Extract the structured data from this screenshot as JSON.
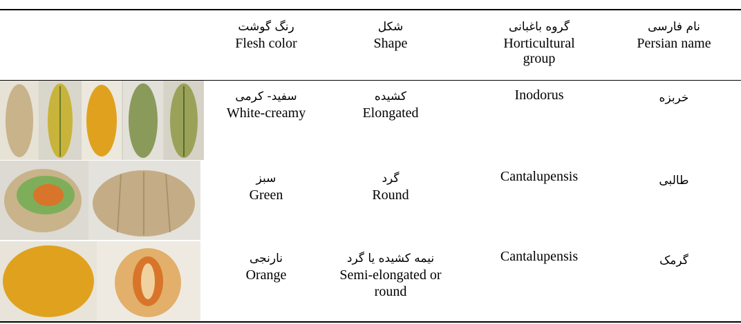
{
  "header": {
    "flesh_fa": "رنگ گوشت",
    "flesh_en": "Flesh color",
    "shape_fa": "شکل",
    "shape_en": "Shape",
    "group_fa": "گروه باغبانی",
    "group_en_1": "Horticultural",
    "group_en_2": "group",
    "name_fa": "نام فارسی",
    "name_en": "Persian name"
  },
  "rows": [
    {
      "flesh_fa": "سفید- کرمی",
      "flesh_en": "White-creamy",
      "shape_fa": "کشیده",
      "shape_en": "Elongated",
      "group": "Inodorus",
      "name_fa": "خربزه"
    },
    {
      "flesh_fa": "سبز",
      "flesh_en": "Green",
      "shape_fa": "گرد",
      "shape_en": "Round",
      "group": "Cantalupensis",
      "name_fa": "طالبی"
    },
    {
      "flesh_fa": "نارنجی",
      "flesh_en": "Orange",
      "shape_fa": "نیمه کشیده یا گرد",
      "shape_en_1": "Semi-elongated or",
      "shape_en_2": "round",
      "group": "Cantalupensis",
      "name_fa": "گرمک"
    }
  ],
  "colors": {
    "rule": "#000000",
    "melon_yellow": "#e0a21e",
    "melon_green": "#8a9a5a",
    "melon_netted": "#c9b38a",
    "flesh_green": "#7fae5a",
    "flesh_orange": "#d9752a"
  }
}
